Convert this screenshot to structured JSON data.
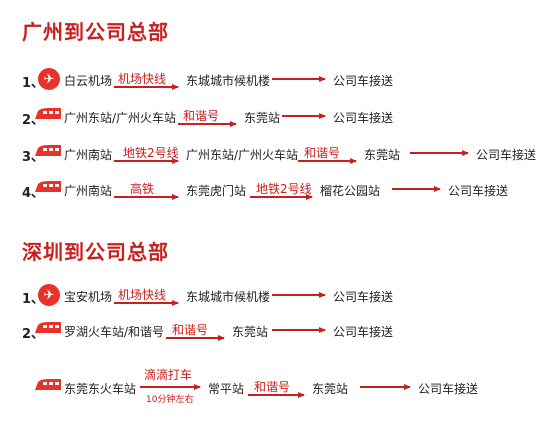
{
  "colors": {
    "accent": "#c8201e",
    "plane_icon": "#e8312a",
    "text": "#222222"
  },
  "guangzhou": {
    "title": "广州到公司总部",
    "routes": [
      {
        "num": "1、",
        "icon": "plane-icon",
        "start": "白云机场",
        "tag1": "机场快线",
        "mid1": "东城城市候机楼",
        "end": "公司车接送"
      },
      {
        "num": "2、",
        "icon": "train-icon",
        "start": "广州东站/广州火车站",
        "tag1": "和谐号",
        "mid1": "东莞站",
        "end": "公司车接送"
      },
      {
        "num": "3、",
        "icon": "train-icon",
        "start": "广州南站",
        "tag1": "地铁2号线",
        "mid1": "广州东站/广州火车站",
        "tag2": "和谐号",
        "mid2": "东莞站",
        "end": "公司车接送"
      },
      {
        "num": "4、",
        "icon": "train-icon",
        "start": "广州南站",
        "tag1": "高铁",
        "mid1": "东莞虎门站",
        "tag2": "地铁2号线",
        "mid2": "榴花公园站",
        "end": "公司车接送"
      }
    ]
  },
  "shenzhen": {
    "title": "深圳到公司总部",
    "routes": [
      {
        "num": "1、",
        "icon": "plane-icon",
        "start": "宝安机场",
        "tag1": "机场快线",
        "mid1": "东城城市候机楼",
        "end": "公司车接送"
      },
      {
        "num": "2、",
        "icon": "train-icon",
        "start": "罗湖火车站/和谐号",
        "tag1": "和谐号",
        "mid1": "东莞站",
        "end": "公司车接送"
      }
    ]
  },
  "dongguan_east": {
    "icon": "train-icon",
    "start": "东莞东火车站",
    "tag1": "滴滴打车",
    "note1": "10分钟左右",
    "mid1": "常平站",
    "tag2": "和谐号",
    "mid2": "东莞站",
    "end": "公司车接送"
  },
  "icons": {
    "plane": "✈"
  }
}
